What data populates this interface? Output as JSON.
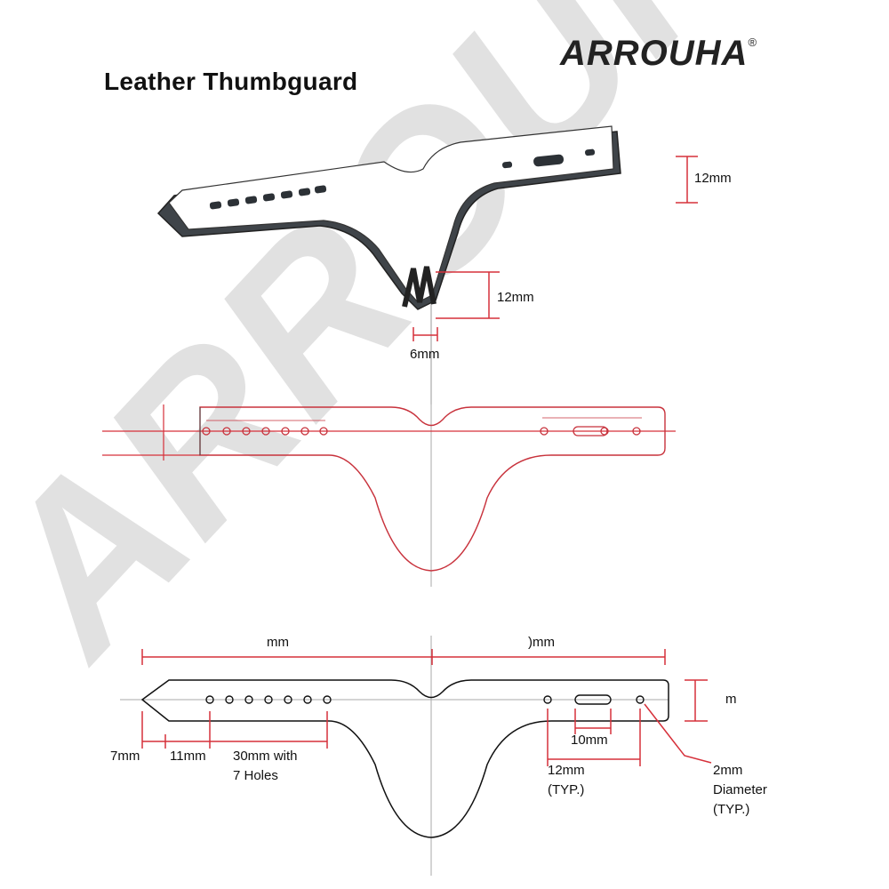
{
  "header": {
    "brand": "ARROUHA",
    "brand_mark": "®",
    "title": "Leather Thumbguard"
  },
  "watermark": {
    "text": "ARROUHA",
    "mark": "®"
  },
  "dimensions": {
    "iso_strap_height": "12mm",
    "iso_tab_height": "12mm",
    "iso_tab_width": "6mm",
    "left_length_partial": "mm",
    "right_length_partial": ")mm",
    "end_height_partial": "m",
    "point_length": "7mm",
    "first_hole_offset": "11mm",
    "hole_span": "30mm with",
    "hole_count": "7 Holes",
    "slot_length": "10mm",
    "right_hole_spacing": "12mm",
    "right_hole_spacing_note": "(TYP.)",
    "hole_diameter": "2mm",
    "hole_diameter_word": "Diameter",
    "hole_diameter_note": "(TYP.)"
  },
  "colors": {
    "dimension_line": "#d6303a",
    "outline": "#111111",
    "template_outline": "#c8323c",
    "watermark": "#dcdcdc"
  }
}
